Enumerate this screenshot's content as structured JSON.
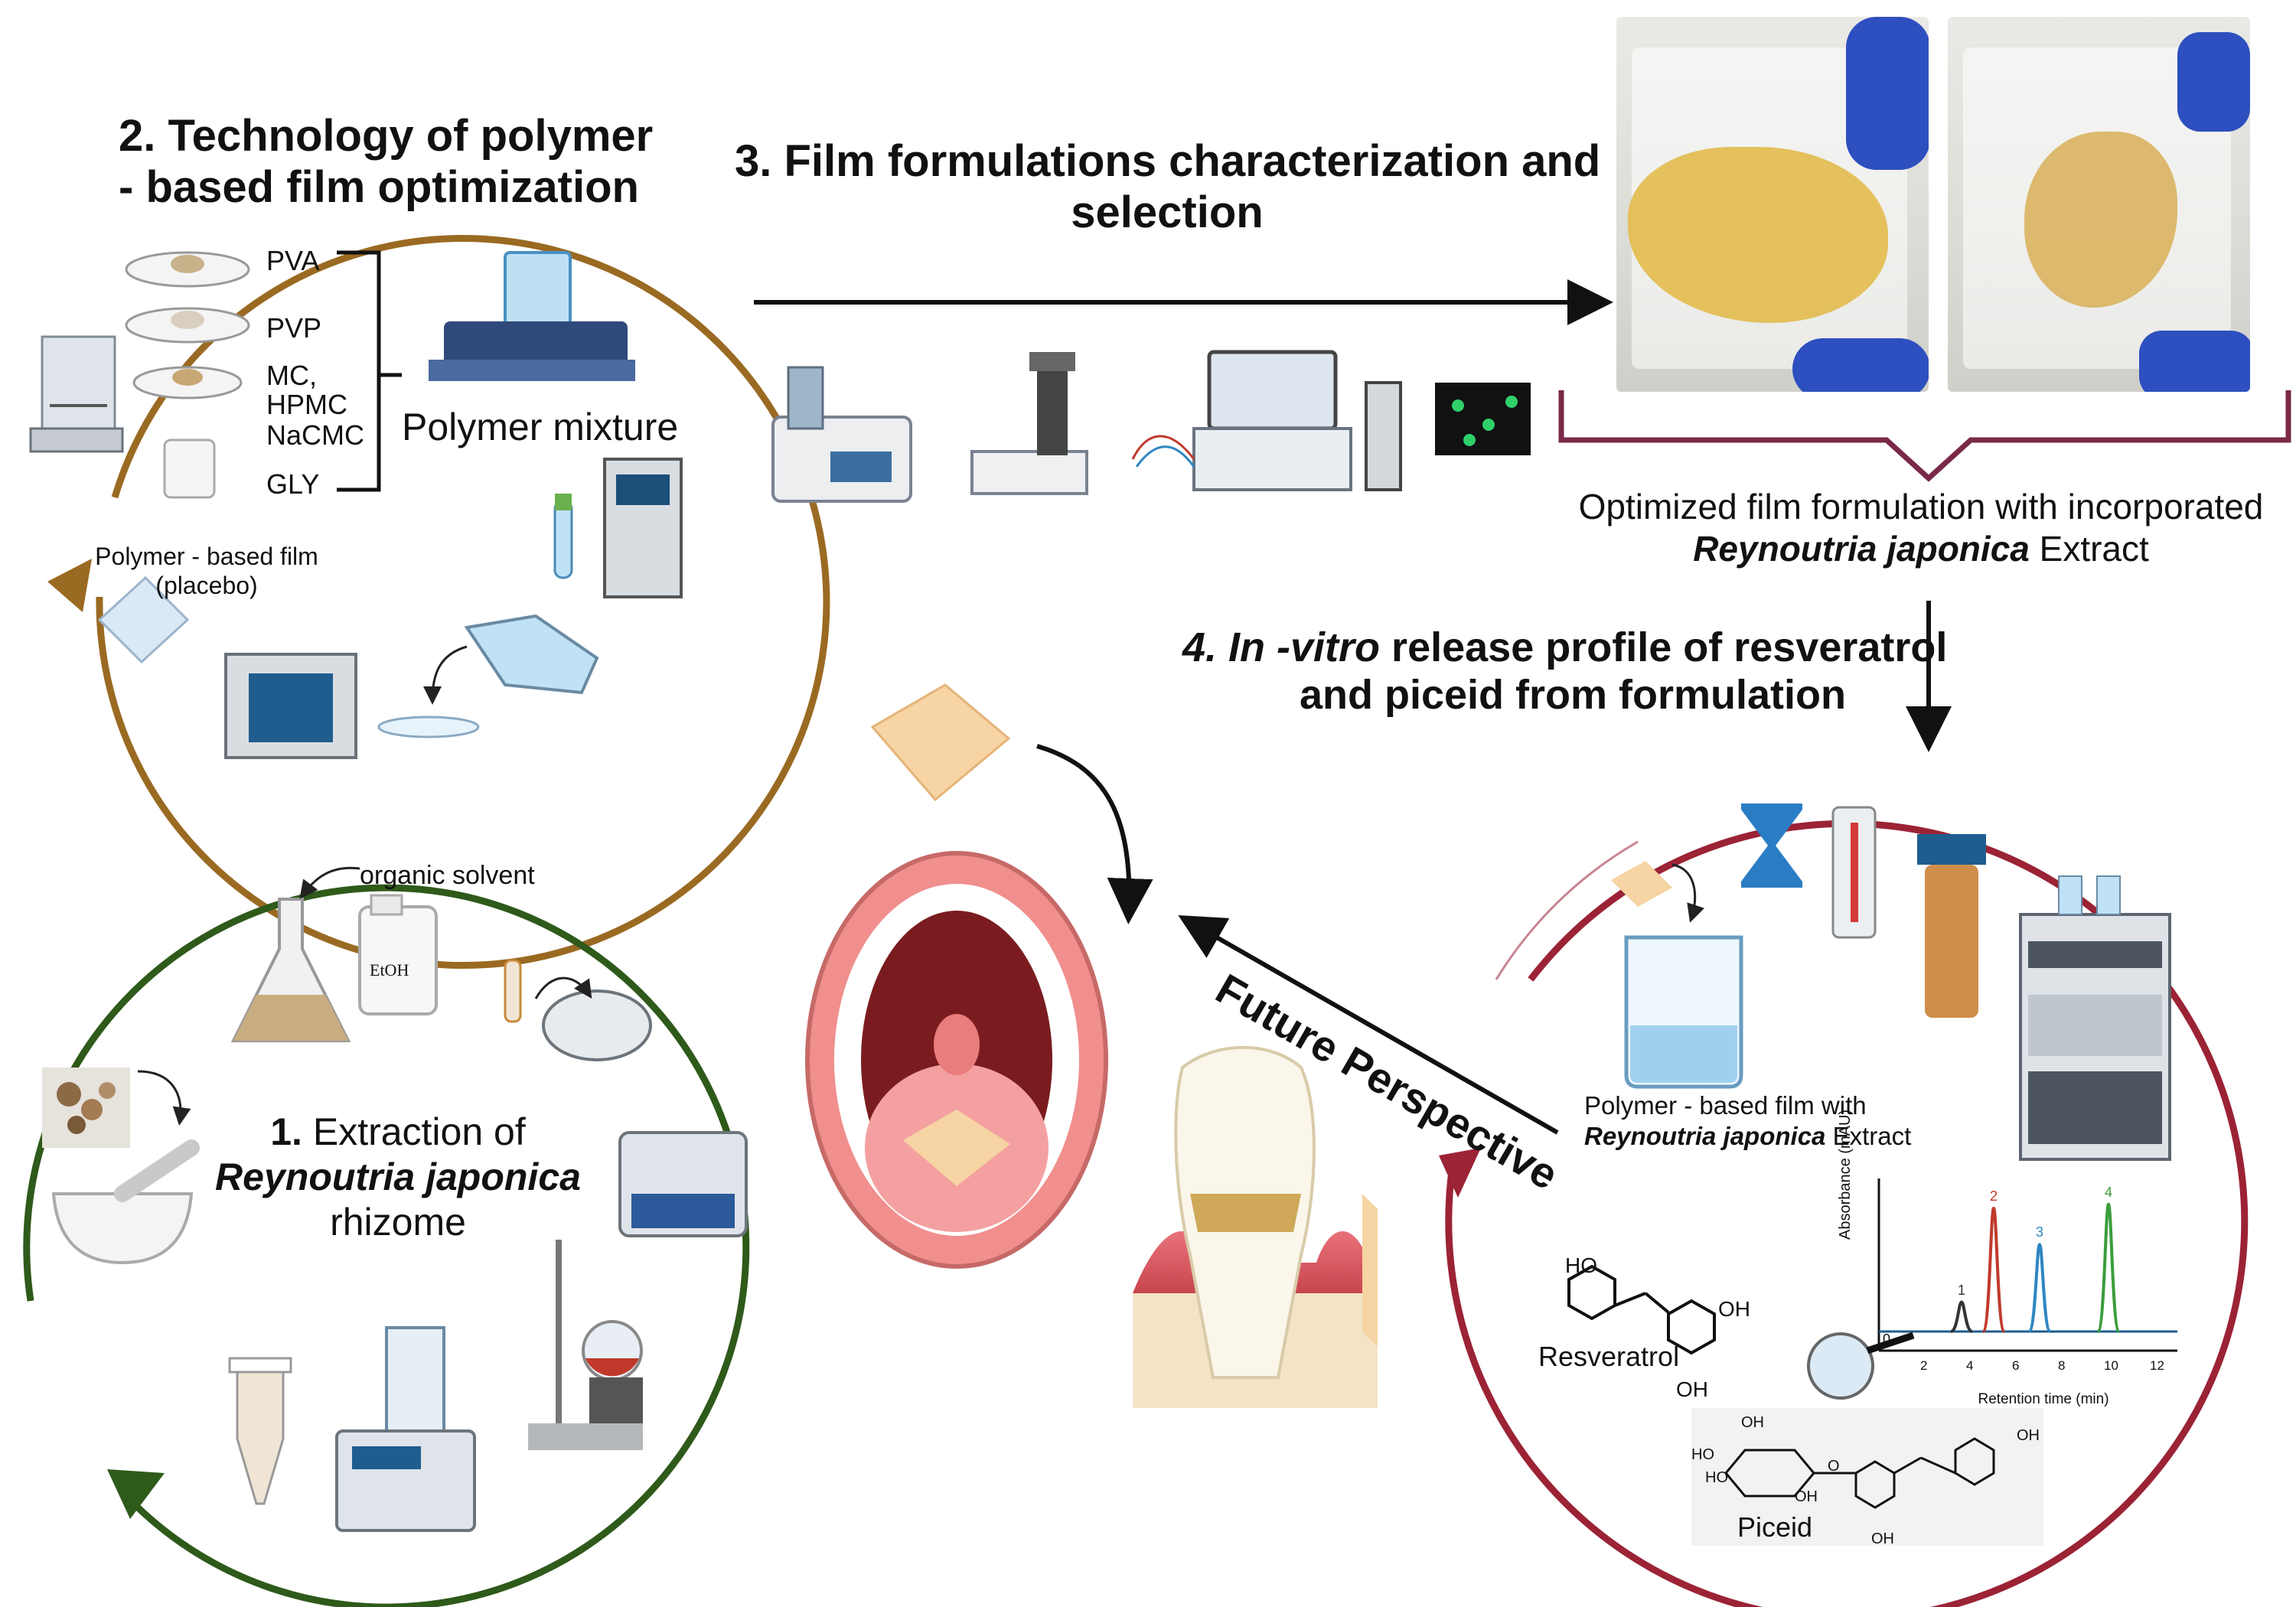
{
  "step2": {
    "title_line1": "2. Technology of polymer",
    "title_line2": "- based film optimization",
    "polymers": [
      "PVA",
      "PVP",
      "MC,",
      "HPMC",
      "NaCMC",
      "GLY"
    ],
    "mixture_label": "Polymer mixture",
    "film_label_line1": "Polymer - based film",
    "film_label_line2": "(placebo)"
  },
  "step3": {
    "title_line1": "3. Film formulations characterization and",
    "title_line2": "selection",
    "optimized_line1": "Optimized film formulation with incorporated",
    "optimized_species": "Reynoutria japonica",
    "optimized_suffix": " Extract"
  },
  "step4": {
    "title_num": "4. ",
    "title_italic": "In -vitro",
    "title_rest": " release profile of resveratrol",
    "title_line2": "and piceid from  formulation",
    "film_label_line1": "Polymer - based film with",
    "film_species": "Reynoutria japonica",
    "film_suffix": " Extract",
    "resveratrol": "Resveratrol",
    "piceid": "Piceid",
    "ho": "HO",
    "oh": "OH",
    "o": "O"
  },
  "step1": {
    "solvent": "organic solvent",
    "etoh": "EtOH",
    "title_num": "1.",
    "title_rest": " Extraction of",
    "species": "Reynoutria japonica",
    "rhizome": "rhizome"
  },
  "future": "Future Perspective",
  "colors": {
    "step2_ring": "#9a6a22",
    "step1_ring": "#2e5a1a",
    "step4_ring": "#9b2335",
    "bracket": "#7a2a48",
    "film": "#f6d4a4"
  },
  "chart_data": {
    "type": "line",
    "title": "",
    "xlabel": "Retention time (min)",
    "ylabel": "Absorbance (mAU)",
    "xlim": [
      0,
      13
    ],
    "xticks": [
      "2",
      "4",
      "6",
      "8",
      "10",
      "12"
    ],
    "peaks": [
      {
        "label": "1",
        "x": 3.6,
        "height": 0.22,
        "color": "#333333"
      },
      {
        "label": "2",
        "x": 5.0,
        "height": 0.92,
        "color": "#c0392b"
      },
      {
        "label": "3",
        "x": 7.0,
        "height": 0.65,
        "color": "#2e86c1"
      },
      {
        "label": "4",
        "x": 10.0,
        "height": 0.95,
        "color": "#3a9d3a"
      }
    ],
    "baseline_label": "0"
  }
}
